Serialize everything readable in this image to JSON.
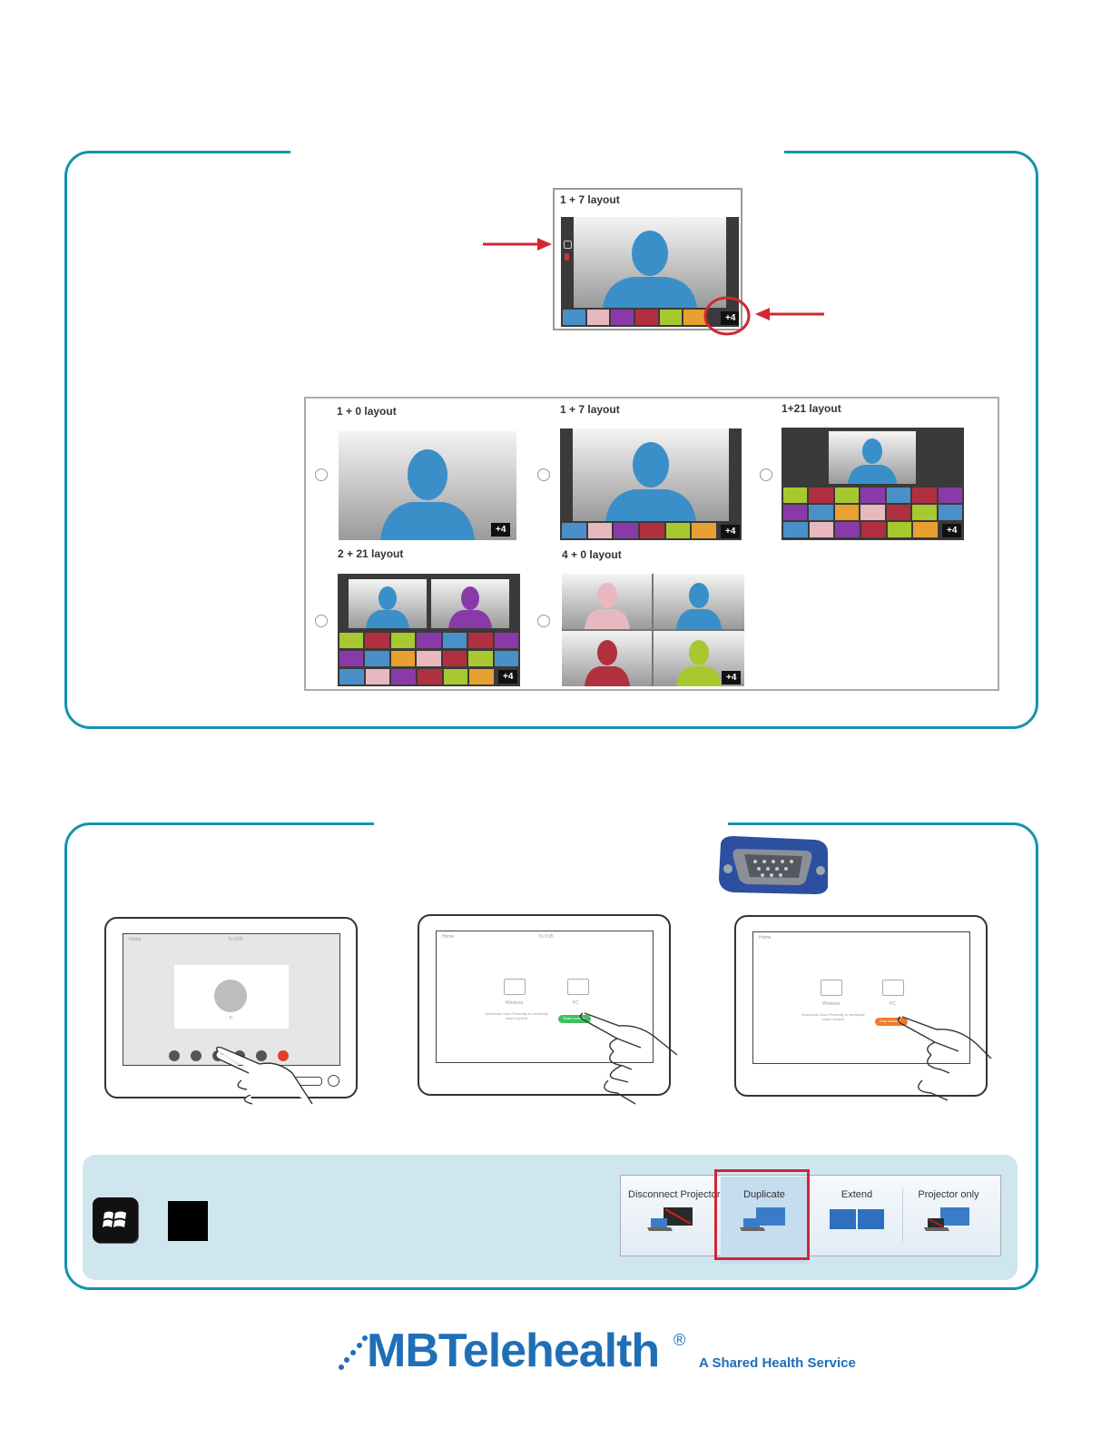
{
  "layout_panel": {
    "top_layout": {
      "title": "1 + 7 layout",
      "badge": "+4"
    },
    "options": [
      {
        "title": "1 + 0 layout",
        "badge": "+4"
      },
      {
        "title": "1 + 7 layout",
        "badge": "+4"
      },
      {
        "title": "1+21 layout",
        "badge": "+4"
      },
      {
        "title": "2 + 21 layout",
        "badge": "+4"
      },
      {
        "title": "4 + 0 layout",
        "badge": "+4"
      }
    ],
    "colors": {
      "arrow": "#d22630",
      "silhouette": "#3a8fc8",
      "accent_border": "#1493b0"
    }
  },
  "projector_bar": {
    "buttons": [
      {
        "label": "Disconnect Projector"
      },
      {
        "label": "Duplicate"
      },
      {
        "label": "Extend"
      },
      {
        "label": "Projector only"
      }
    ],
    "selected": "Duplicate"
  },
  "tablets": [
    {
      "top_left": "Home",
      "top_mid": "Tu 9:05",
      "call_label": "Ti"
    },
    {
      "top_left": "Home",
      "top_mid": "Tu 9:05",
      "left_label": "Wireless",
      "left_sub": "Download Cisco Proximity to wirelessly share content",
      "right_label": "PC",
      "button": "Share screen"
    },
    {
      "top_left": "Home",
      "left_label": "Wireless",
      "left_sub": "Download Cisco Proximity to wirelessly share content",
      "right_label": "PC",
      "button": "Stop sharing"
    }
  ],
  "footer": {
    "brand": "MBTelehealth",
    "registered": "®",
    "tagline": "A Shared Health Service",
    "brand_color": "#1f6fb7"
  }
}
